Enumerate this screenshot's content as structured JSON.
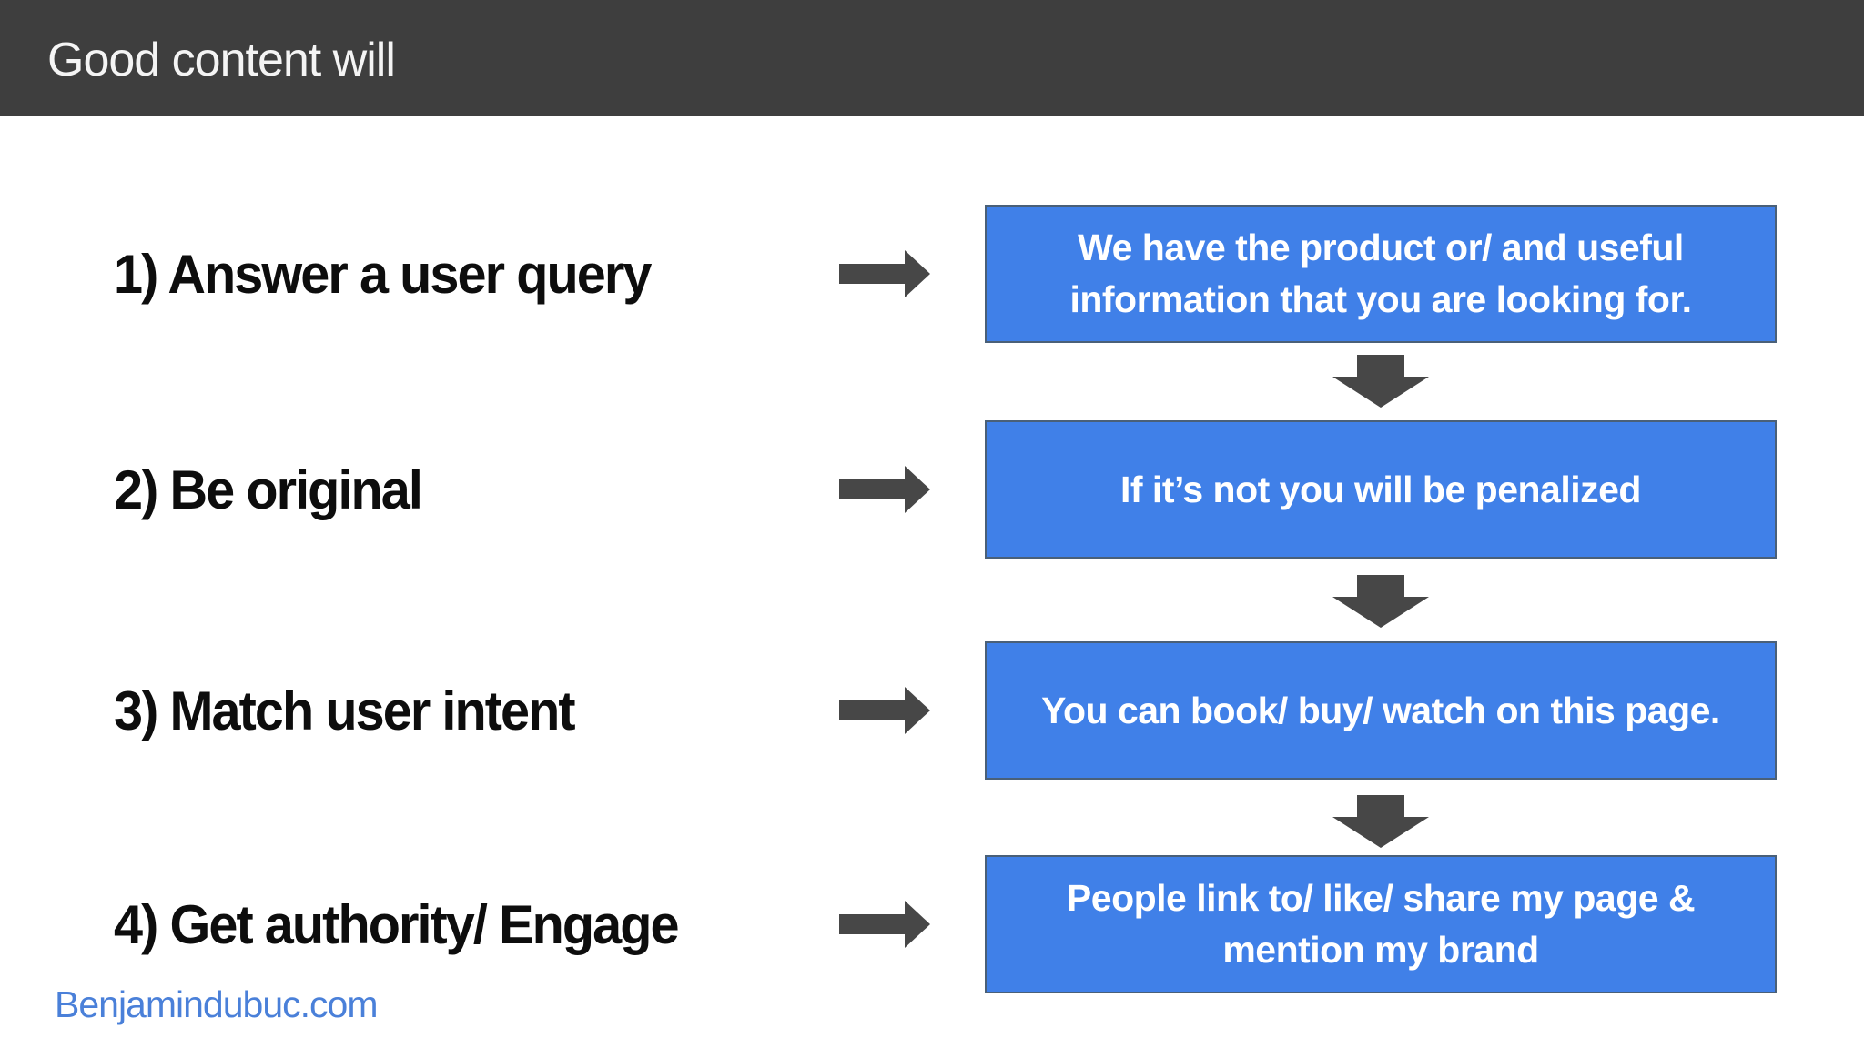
{
  "header": {
    "title": "Good content will"
  },
  "steps": [
    {
      "label": "1) Answer a user query",
      "result": "We have the product or/ and useful information that you are looking for."
    },
    {
      "label": "2) Be original",
      "result": "If it’s not you will be penalized"
    },
    {
      "label": "3) Match user intent",
      "result": "You can book/ buy/ watch on this page."
    },
    {
      "label": "4) Get authority/ Engage",
      "result": "People link to/ like/ share my page & mention my brand"
    }
  ],
  "footer": {
    "website": "Benjamindubuc.com"
  },
  "colors": {
    "header_bg": "#3e3e3e",
    "accent_blue": "#4080e8",
    "box_border": "#4a6078",
    "arrow": "#474747",
    "footer_link": "#4a80d9"
  }
}
